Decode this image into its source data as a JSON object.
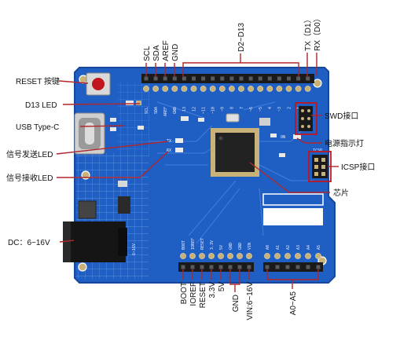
{
  "colors": {
    "board": "#1f5fc4",
    "board_dark": "#17479a",
    "silk": "#e8eefc",
    "pin": "#1a1a1a",
    "pad": "#c9b27a",
    "callout": "#c0161e",
    "leader": "#b0272c"
  },
  "callouts_top": {
    "scl": "SCL",
    "sda": "SDA",
    "aref": "AREF",
    "gnd": "GND",
    "d2_d13": "D2~D13",
    "tx": "TX（D1）",
    "rx": "RX（D0）"
  },
  "callouts_left": {
    "reset": "RESET 按键",
    "d13_led": "D13 LED",
    "usb": "USB Type-C",
    "tx_led": "信号发送LED",
    "rx_led": "信号接收LED",
    "dc": "DC：6~16V"
  },
  "callouts_right": {
    "swd": "SWD接口",
    "power_led": "电源指示灯",
    "icsp": "ICSP接口",
    "chip": "芯片"
  },
  "callouts_bottom": {
    "boot": "BOOT",
    "ioref": "IOREF",
    "reset": "RESET",
    "v33": "3.3V",
    "v5": "5V",
    "gnd": "GND",
    "vin": "VIN:6~16V",
    "a0_a5": "A0~A5"
  },
  "board_silk": {
    "on": "ON",
    "tx": "TX",
    "rx": "RX",
    "icsp": "ICSP",
    "dc_range": "6~16V",
    "power_pins": [
      "BOOT",
      "IOREF",
      "RESET",
      "3.3V",
      "5V",
      "GND",
      "GND",
      "VIN"
    ],
    "analog_pins": [
      "A0",
      "A1",
      "A2",
      "A3",
      "A4",
      "A5"
    ],
    "top_pins": [
      "SCL",
      "SDA",
      "AREF",
      "GND",
      "13",
      "12",
      "~11",
      "~10",
      "~9",
      "8",
      "7",
      "~6",
      "~5",
      "4",
      "~3",
      "2",
      "1",
      "0"
    ]
  }
}
